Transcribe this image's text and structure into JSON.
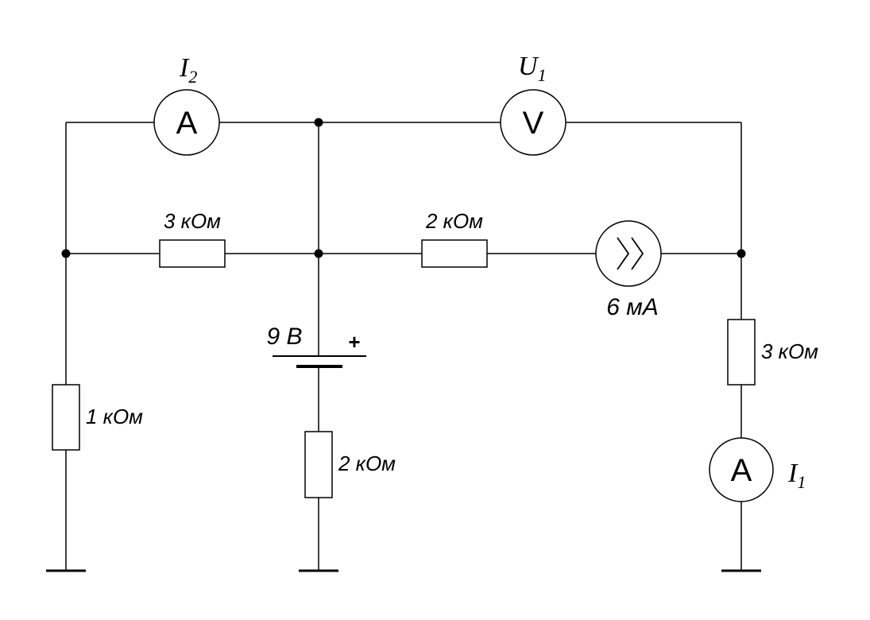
{
  "meters": {
    "ammeter_top": {
      "letter": "A",
      "symbol": "I",
      "subscript": "2"
    },
    "voltmeter_top": {
      "letter": "V",
      "symbol": "U",
      "subscript": "1"
    },
    "ammeter_right": {
      "letter": "A",
      "symbol": "I",
      "subscript": "1"
    }
  },
  "resistors": {
    "r_left_mid": "3 кОм",
    "r_center_mid": "2 кОм",
    "r_left_vertical": "1 кОм",
    "r_center_vertical": "2 кОм",
    "r_right_vertical": "3 кОм"
  },
  "sources": {
    "current_source": "6 мА",
    "voltage_source": "9 В",
    "voltage_polarity": "+"
  }
}
